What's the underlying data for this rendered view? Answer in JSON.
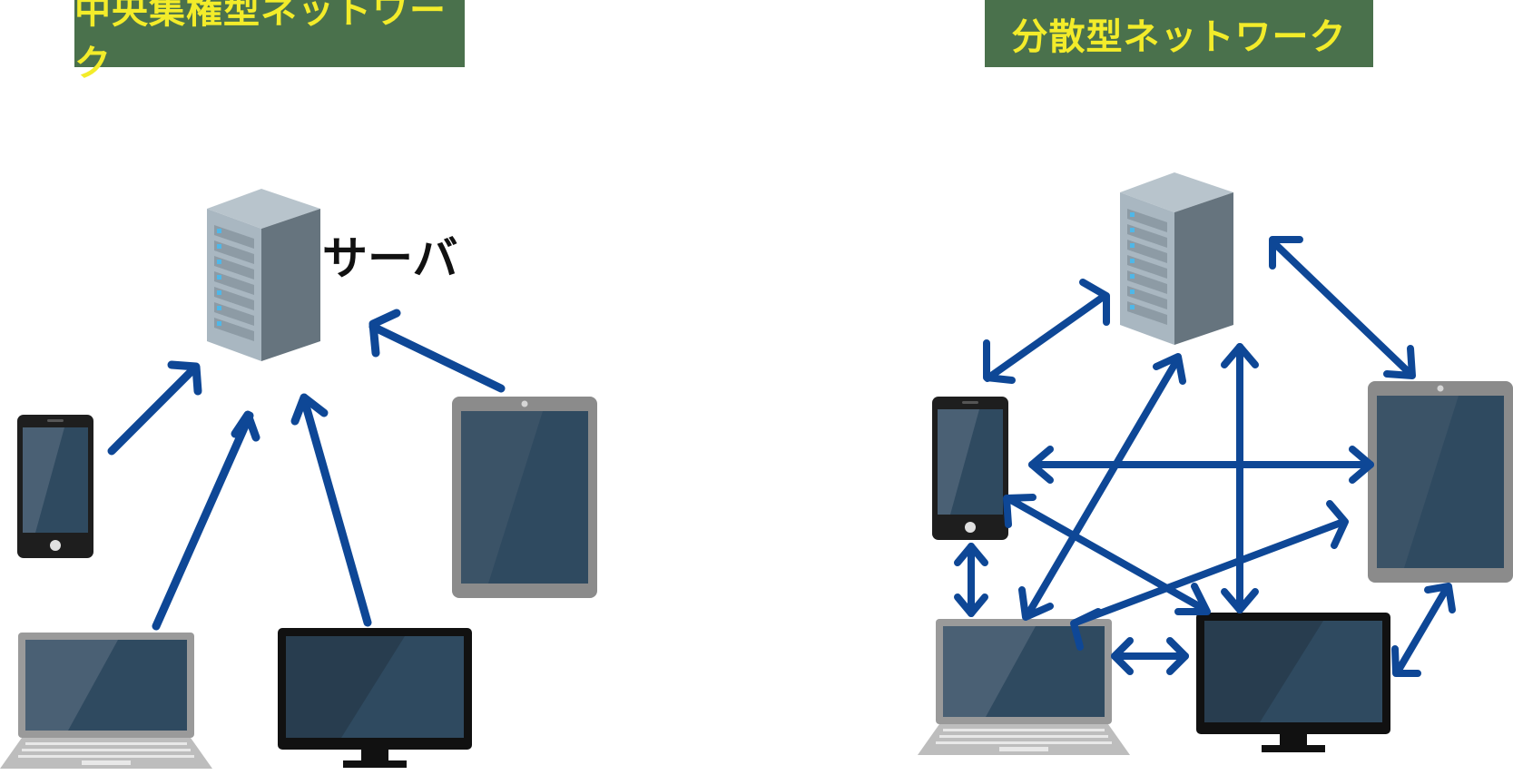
{
  "left_panel": {
    "title": "中央集権型ネットワーク",
    "server_label": "サーバ"
  },
  "right_panel": {
    "title": "分散型ネットワーク"
  },
  "colors": {
    "title_bg": "#4a714c",
    "title_text": "#f3ec2a",
    "arrow": "#0e4796"
  }
}
